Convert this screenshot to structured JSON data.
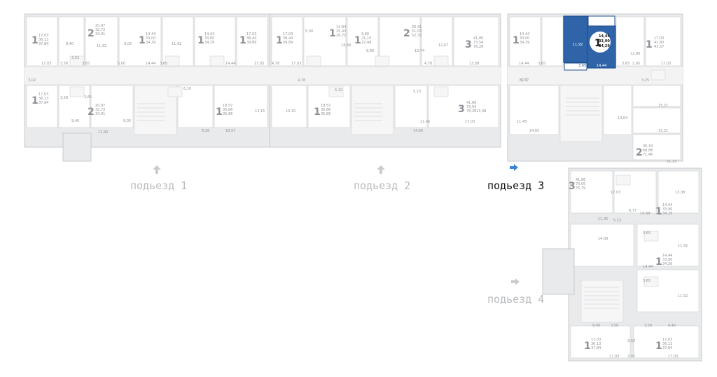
{
  "entrances": [
    {
      "label": "подьезд 1",
      "active": false
    },
    {
      "label": "подьезд 2",
      "active": false
    },
    {
      "label": "подьезд 3",
      "active": true
    },
    {
      "label": "подьезд 4",
      "active": false
    }
  ],
  "selected_apartment": {
    "rooms": "1",
    "area_living": "14,44",
    "area_total": "33,00",
    "area_full": "34,29",
    "room_1": "11,92",
    "room_2": "14,44",
    "room_3": "3,65"
  },
  "apartments": [
    {
      "rooms": "1",
      "areas": [
        "17,03",
        "36,13",
        "37,84"
      ]
    },
    {
      "rooms": "2",
      "areas": [
        "20,97",
        "32,72",
        "34,01"
      ]
    },
    {
      "rooms": "1",
      "areas": [
        "14,44",
        "33,00",
        "34,29"
      ]
    },
    {
      "rooms": "1",
      "areas": [
        "14,44",
        "33,00",
        "34,29"
      ]
    },
    {
      "rooms": "1",
      "areas": [
        "17,03",
        "38,44",
        "39,89"
      ]
    },
    {
      "rooms": "1",
      "areas": [
        "17,03",
        "38,44",
        "39,89"
      ]
    },
    {
      "rooms": "1",
      "areas": [
        "14,84",
        "25,43",
        "26,72"
      ]
    },
    {
      "rooms": "1",
      "areas": [
        "9,86",
        "21,15",
        "22,44"
      ]
    },
    {
      "rooms": "2",
      "areas": [
        "26,41",
        "51,03",
        "52,33"
      ]
    },
    {
      "rooms": "3",
      "areas": [
        "41,86",
        "73,54",
        "76,28"
      ]
    },
    {
      "rooms": "1",
      "areas": [
        "14,44",
        "33,00",
        "34,29"
      ]
    },
    {
      "rooms": "1",
      "areas": [
        "17,03",
        "41,80",
        "43,57"
      ]
    },
    {
      "rooms": "1",
      "areas": [
        "17,03",
        "36,13",
        "37,84"
      ]
    },
    {
      "rooms": "2",
      "areas": [
        "20,97",
        "32,72",
        "34,01"
      ]
    },
    {
      "rooms": "1",
      "areas": [
        "18,57",
        "35,86",
        "35,86"
      ]
    },
    {
      "rooms": "1",
      "areas": [
        "18,57",
        "35,86",
        "35,86"
      ]
    },
    {
      "rooms": "3",
      "areas": [
        "41,86",
        "73,54",
        "76,28"
      ]
    },
    {
      "rooms": "2",
      "areas": [
        "36,34",
        "68,88",
        "71,46"
      ]
    },
    {
      "rooms": "3",
      "areas": [
        "41,86",
        "73,05",
        "75,79"
      ]
    },
    {
      "rooms": "1",
      "areas": [
        "14,44",
        "33,00",
        "34,29"
      ]
    },
    {
      "rooms": "1",
      "areas": [
        "14,44",
        "33,00",
        "34,29"
      ]
    },
    {
      "rooms": "1",
      "areas": [
        "17,03",
        "36,13",
        "37,84"
      ]
    },
    {
      "rooms": "1",
      "areas": [
        "17,03",
        "36,13",
        "37,84"
      ]
    }
  ],
  "room_labels": [
    "9,40",
    "11,92",
    "9,05",
    "11,92",
    "17,03",
    "3,58",
    "3,02",
    "3,65",
    "5,00",
    "14,44",
    "3,65",
    "14,44",
    "17,03",
    "4,78",
    "17,03",
    "5,00",
    "14,84",
    "9,86",
    "13,74",
    "12,67",
    "4,78",
    "13,38",
    "14,44",
    "3,65",
    "6,77",
    "12,90",
    "3,25",
    "1,95",
    "3,65",
    "17,03",
    "3,02",
    "3,58",
    "9,40",
    "11,92",
    "3,65",
    "9,05",
    "6,10",
    "13,15",
    "8,26",
    "18,57",
    "13,15",
    "4,78",
    "6,10",
    "5,23",
    "11,45",
    "14,65",
    "13,38",
    "17,03",
    "6,77",
    "11,45",
    "14,65",
    "13,63",
    "15,21",
    "15,21",
    "21,15",
    "17,03",
    "13,38",
    "6,77",
    "14,44",
    "11,45",
    "5,23",
    "14,08",
    "3,65",
    "11,92",
    "14,44",
    "3,65",
    "11,92",
    "9,40",
    "3,58",
    "3,58",
    "9,40",
    "3,02",
    "17,03",
    "3,02",
    "17,03"
  ]
}
